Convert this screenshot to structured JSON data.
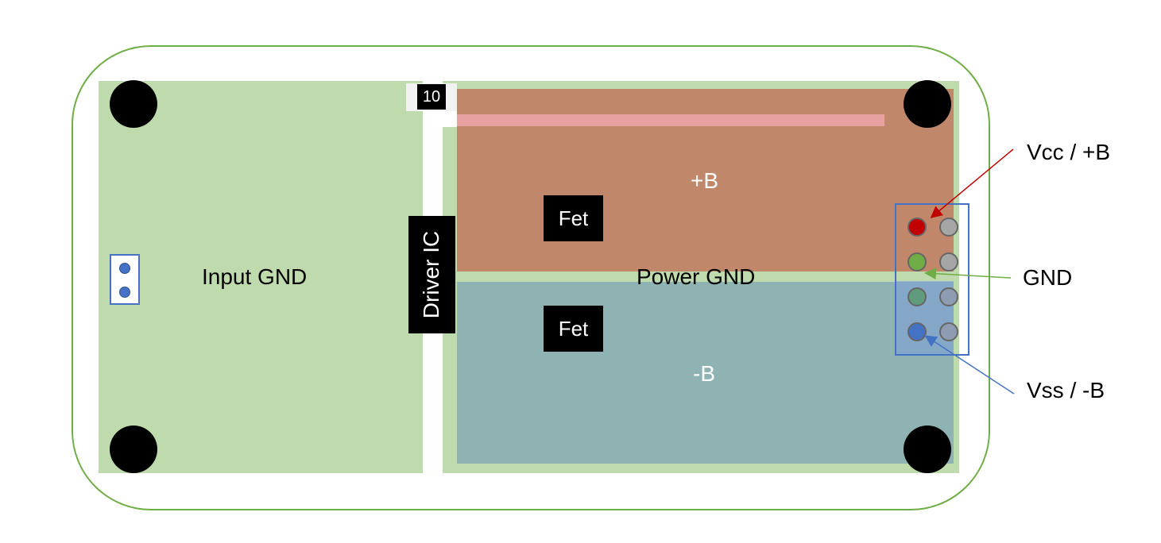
{
  "labels": {
    "input_gnd": "Input GND",
    "driver_ic": "Driver IC",
    "resistor": "10",
    "plus_b": "+B",
    "minus_b": "-B",
    "power_gnd": "Power GND",
    "fet_top": "Fet",
    "fet_bottom": "Fet",
    "vcc": "Vcc / +B",
    "gnd": "GND",
    "vss": "Vss / -B"
  },
  "colors": {
    "board_outline": "#70ad47",
    "ground_plane": "#bfdbad",
    "positive_plane": "#c0876a",
    "negative_plane": "#8fb2b2",
    "trace": "#e8a1a1",
    "vcc_pin": "#c00000",
    "gnd_pin": "#70ad47",
    "vss_pin": "#4472c4",
    "vcc_arrow": "#c00000",
    "gnd_arrow": "#70ad47",
    "vss_arrow": "#4472c4",
    "connector_outline": "#4472c4"
  }
}
